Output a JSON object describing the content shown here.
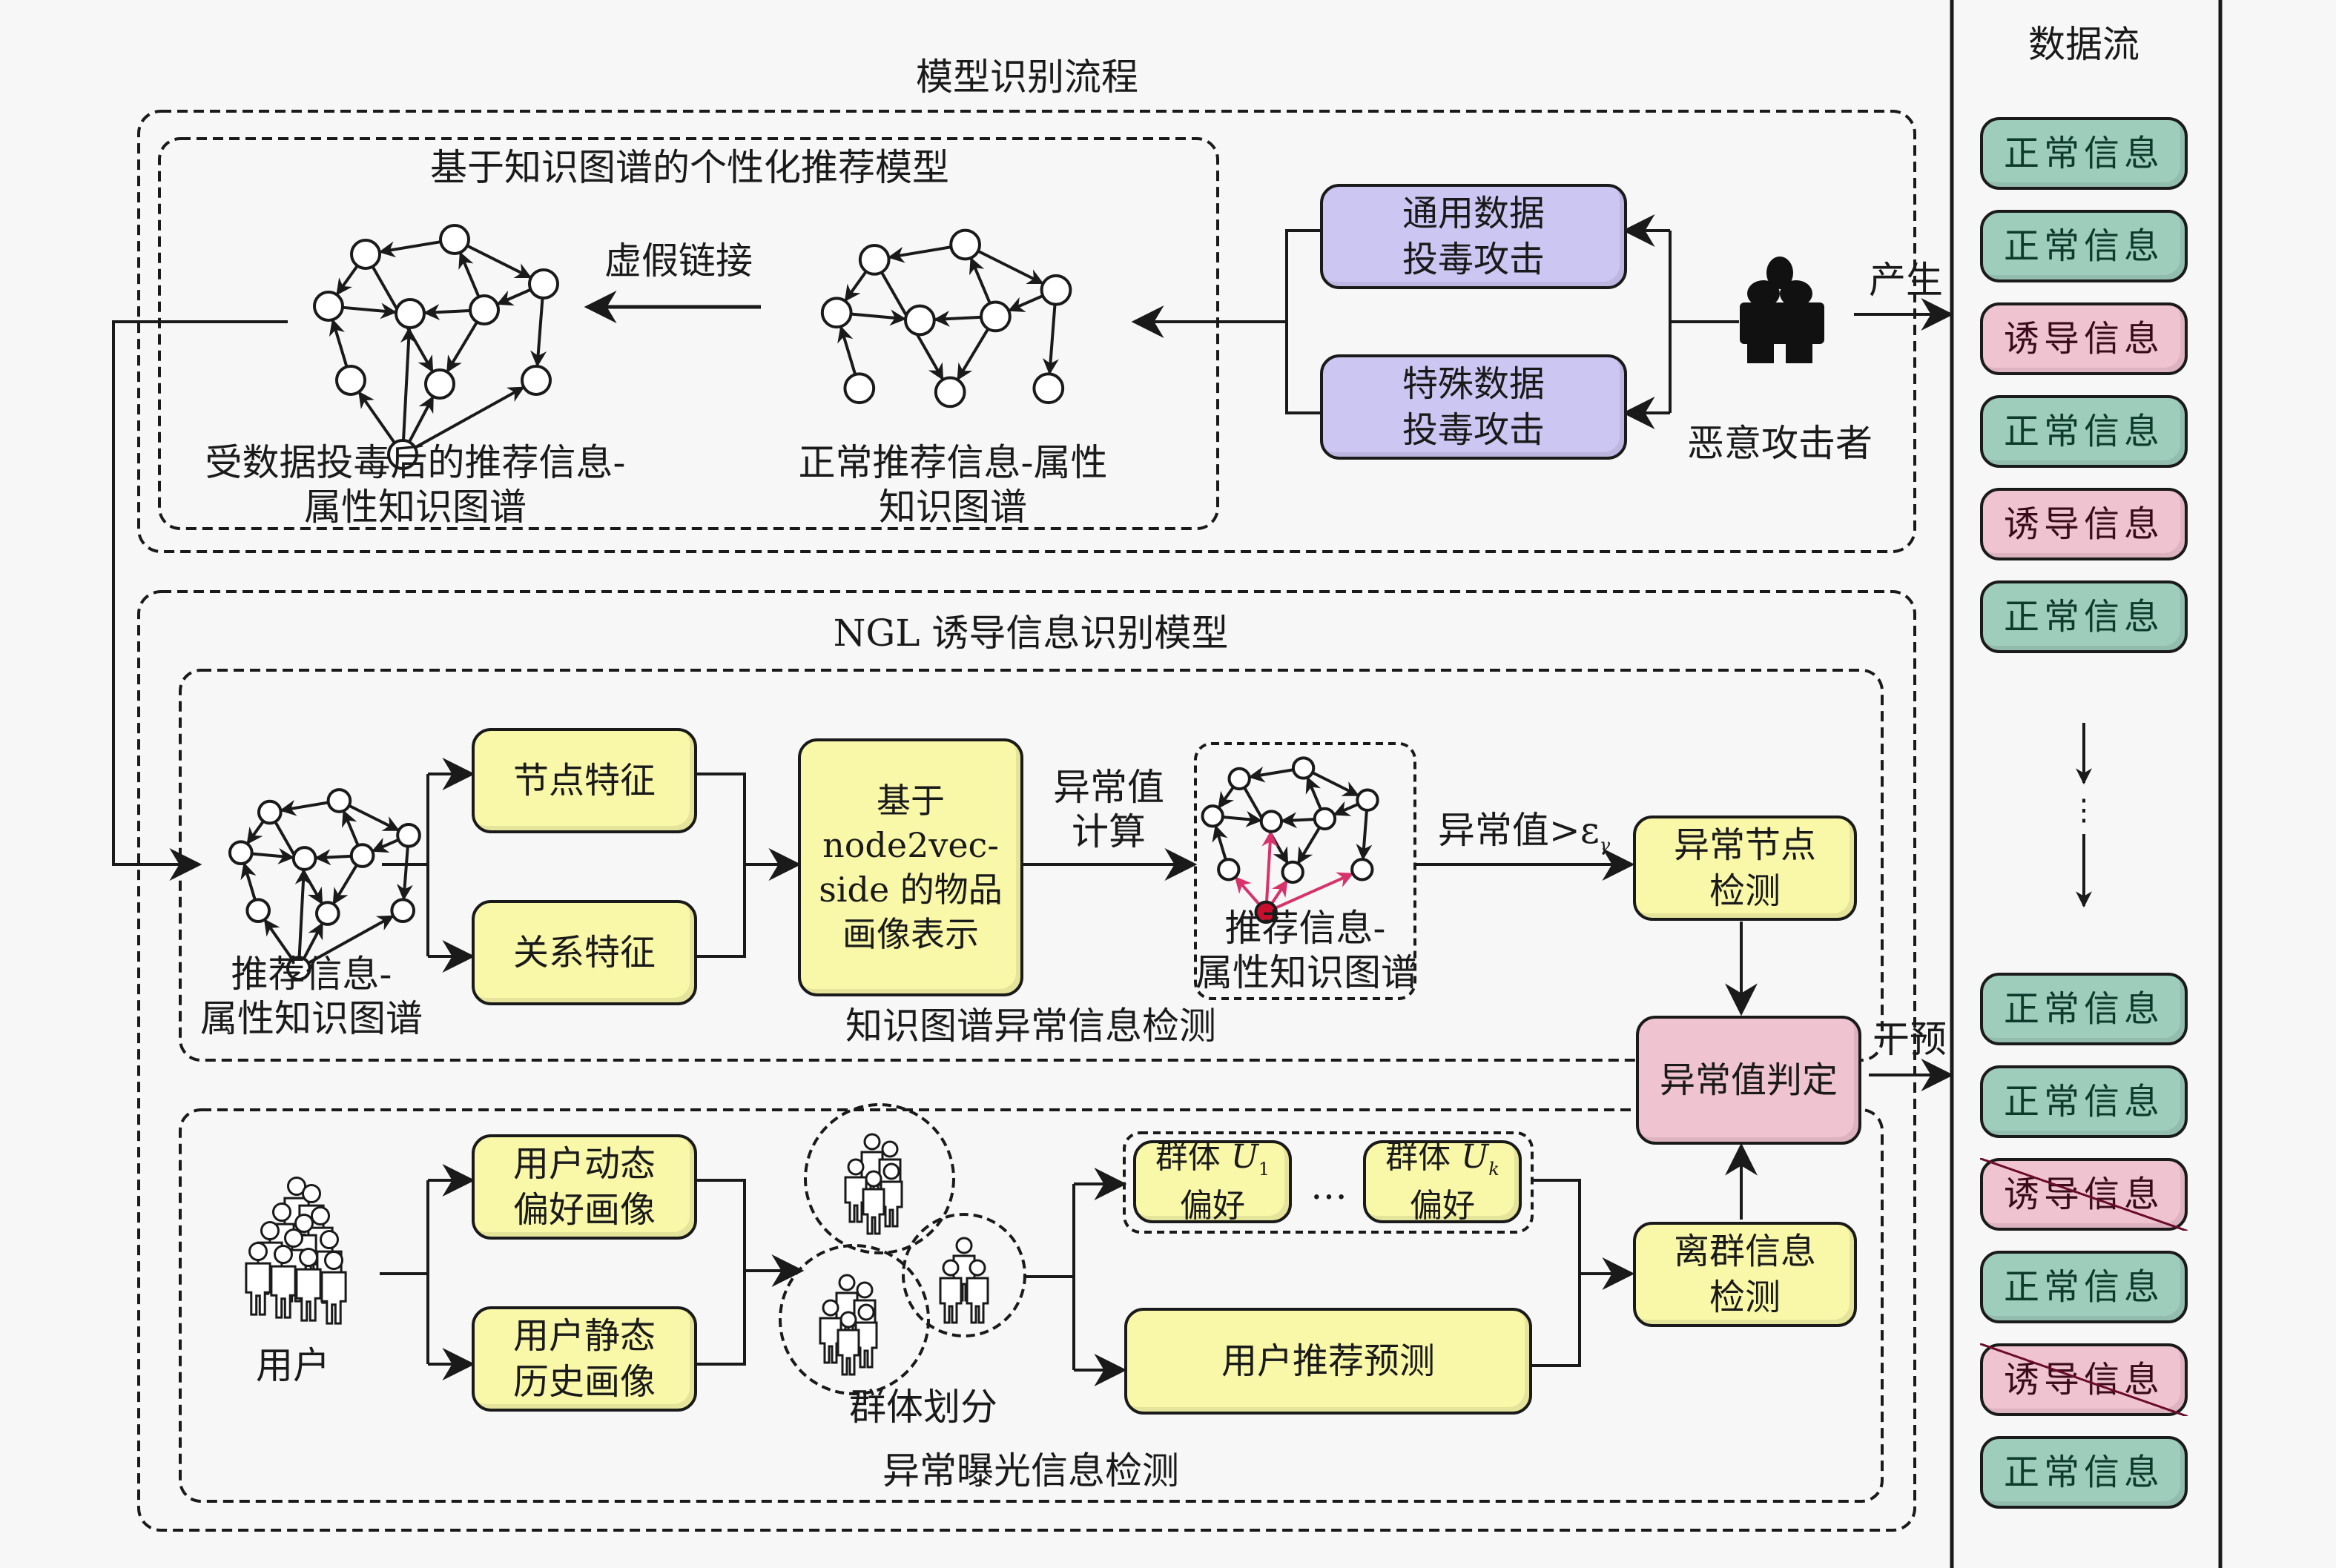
{
  "titles": {
    "process": "模型识别流程",
    "data_flow": "数据流",
    "kg_rec_model": "基于知识图谱的个性化推荐模型",
    "ngl_model": "NGL 诱导信息识别模型",
    "kg_anomaly": "知识图谱异常信息检测",
    "exposure_anomaly": "异常曝光信息检测"
  },
  "top": {
    "poisoned_graph_label": [
      "受数据投毒后的推荐信息-",
      "属性知识图谱"
    ],
    "fake_link_label": "虚假链接",
    "normal_graph_label": [
      "正常推荐信息-属性",
      "知识图谱"
    ],
    "attack_general": [
      "通用数据",
      "投毒攻击"
    ],
    "attack_special": [
      "特殊数据",
      "投毒攻击"
    ],
    "attacker_label": "恶意攻击者",
    "produce_label": "产生"
  },
  "kg_detection": {
    "input_graph_label": [
      "推荐信息-",
      "属性知识图谱"
    ],
    "node_feature": "节点特征",
    "relation_feature": "关系特征",
    "embedding": [
      "基于",
      "node2vec-",
      "side 的物品",
      "画像表示"
    ],
    "anomaly_calc": [
      "异常值",
      "计算"
    ],
    "result_graph_label": [
      "推荐信息-",
      "属性知识图谱"
    ],
    "threshold_label": "异常值>ε",
    "threshold_sub": "γ",
    "anomaly_node_detect": [
      "异常节点",
      "检测"
    ]
  },
  "judgement": {
    "label": "异常值判定",
    "intervene_label": "干预"
  },
  "exposure_detection": {
    "users_label": "用户",
    "dynamic_profile": [
      "用户动态",
      "偏好画像"
    ],
    "static_profile": [
      "用户静态",
      "历史画像"
    ],
    "group_partition_label": "群体划分",
    "group_u1": {
      "prefix": "群体 ",
      "var": "U",
      "sub": "1",
      "line2": "偏好"
    },
    "group_ellipsis": "…",
    "group_uk": {
      "prefix": "群体 ",
      "var": "U",
      "sub": "k",
      "line2": "偏好"
    },
    "user_rec_prediction": "用户推荐预测",
    "outlier_detect": [
      "离群信息",
      "检测"
    ]
  },
  "data_flow": {
    "before": [
      {
        "label": "正常信息",
        "type": "normal",
        "struck": false
      },
      {
        "label": "正常信息",
        "type": "normal",
        "struck": false
      },
      {
        "label": "诱导信息",
        "type": "induced",
        "struck": false
      },
      {
        "label": "正常信息",
        "type": "normal",
        "struck": false
      },
      {
        "label": "诱导信息",
        "type": "induced",
        "struck": false
      },
      {
        "label": "正常信息",
        "type": "normal",
        "struck": false
      }
    ],
    "ellipsis": "⋮",
    "after": [
      {
        "label": "正常信息",
        "type": "normal",
        "struck": false
      },
      {
        "label": "正常信息",
        "type": "normal",
        "struck": false
      },
      {
        "label": "诱导信息",
        "type": "induced",
        "struck": true
      },
      {
        "label": "正常信息",
        "type": "normal",
        "struck": false
      },
      {
        "label": "诱导信息",
        "type": "induced",
        "struck": true
      },
      {
        "label": "正常信息",
        "type": "normal",
        "struck": false
      }
    ]
  },
  "colors": {
    "normal_fill": "#9fcdbc",
    "induced_fill": "#efc3cf",
    "process_fill": "#f9f8a9",
    "attack_fill": "#ccc6f3",
    "judgement_fill": "#efc3cf",
    "anomaly_node": "#c8102e",
    "anomaly_edge": "#d6336c"
  }
}
